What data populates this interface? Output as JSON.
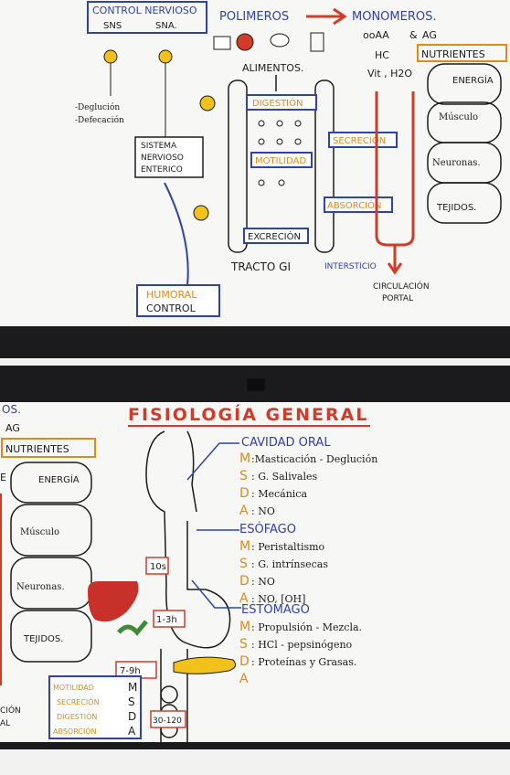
{
  "top": {
    "control": {
      "title": "CONTROL NERVIOSO",
      "sns": "SNS",
      "sna": "SNA."
    },
    "reflexes": [
      "-Deglución",
      "-Defecación"
    ],
    "polimeros": "POLIMEROS",
    "monomeros": "MONOMEROS.",
    "monomer_items": {
      "aa": "ooAA",
      "amp": "&",
      "ag": "AG",
      "hc": "HC",
      "vit": "Vit , H2O"
    },
    "alimentos": "ALIMENTOS.",
    "processes": {
      "digestion": "DIGESTIÓN",
      "motilidad": "MOTILIDAD",
      "secrecion": "SECRECIÓN",
      "absorcion": "ABSORCIÓN",
      "excrecion": "EXCRECIÓN"
    },
    "senteric": [
      "SISTEMA",
      "NERVIOSO",
      "ENTERICO"
    ],
    "tracto": "TRACTO GI",
    "intersticio": "INTERSTICIO",
    "circulacion": [
      "CIRCULACIÓN",
      "PORTAL"
    ],
    "humoral": [
      "HUMORAL",
      "CONTROL"
    ],
    "nutrientes": "NUTRIENTES",
    "targets": [
      "ENERGÍA",
      "Músculo",
      "Neuronas.",
      "TEJIDOS."
    ]
  },
  "bottom": {
    "left_edge": {
      "os": "OS.",
      "ag": "AG",
      "nutrientes": "NUTRIENTES",
      "r": "E",
      "targets": [
        "ENERGÍA",
        "Músculo",
        "Neuronas.",
        "TEJIDOS."
      ],
      "cion": [
        "CIÓN",
        "AL"
      ]
    },
    "title": "FISIOLOGÍA GENERAL",
    "sections": [
      {
        "name": "CAVIDAD ORAL",
        "rows": [
          [
            "M",
            ":Masticación - Deglución"
          ],
          [
            "S",
            ": G. Salivales"
          ],
          [
            "D",
            ": Mecánica"
          ],
          [
            "A",
            ": NO"
          ]
        ]
      },
      {
        "name": "ESÓFAGO",
        "rows": [
          [
            "M",
            ": Peristaltismo"
          ],
          [
            "S",
            ": G. intrínsecas"
          ],
          [
            "D",
            ": NO"
          ],
          [
            "A",
            ": NO, [OH]"
          ]
        ]
      },
      {
        "name": "ESTÓMAGO",
        "rows": [
          [
            "M",
            ": Propulsión - Mezcla."
          ],
          [
            "S",
            ": HCl - pepsinógeno"
          ],
          [
            "D",
            ": Proteínas y Grasas."
          ],
          [
            "A",
            ""
          ]
        ]
      }
    ],
    "times": [
      "10s",
      "1-3h",
      "7-9h",
      "30-120"
    ],
    "legend": [
      [
        "MOTILIDAD",
        "M"
      ],
      [
        "SECRECIÓN",
        "S"
      ],
      [
        "DIGESTIÓN",
        "D"
      ],
      [
        "ABSORCIÓN",
        "A"
      ]
    ]
  },
  "colors": {
    "blue": "#2f43a8",
    "orange": "#e08a1e",
    "red": "#d23b2a",
    "ink": "#1c1c1c",
    "yellow": "#f2c21a",
    "green": "#3d8a3a",
    "liver": "#c8312a"
  }
}
